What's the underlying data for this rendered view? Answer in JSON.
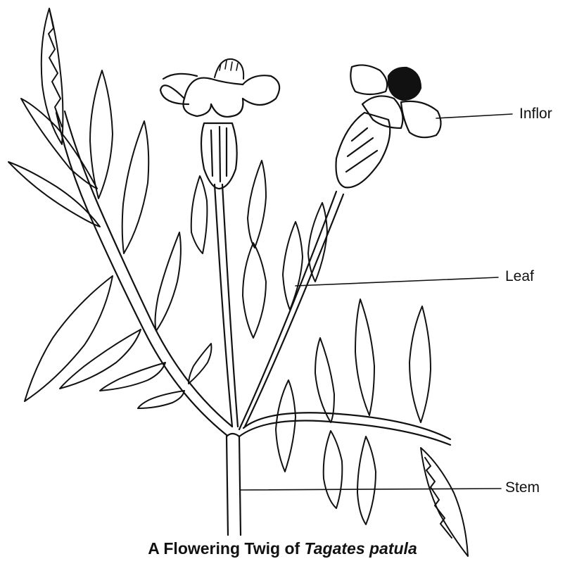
{
  "diagram": {
    "labels": {
      "inflorescence": "Inflor",
      "leaf": "Leaf",
      "stem": "Stem"
    },
    "caption": {
      "prefix": "A Flowering Twig of ",
      "species": "Tagates patula"
    }
  }
}
